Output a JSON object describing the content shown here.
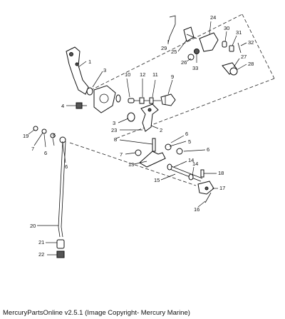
{
  "caption": "MercuryPartsOnline v2.5.1 (Image Copyright- Mercury Marine)",
  "callouts": [
    "1",
    "2",
    "3",
    "3",
    "4",
    "5",
    "6",
    "6",
    "6",
    "6",
    "6",
    "7",
    "7",
    "8",
    "9",
    "10",
    "11",
    "12",
    "13",
    "14",
    "14",
    "15",
    "16",
    "17",
    "18",
    "19",
    "20",
    "21",
    "22",
    "23",
    "24",
    "25",
    "26",
    "27",
    "28",
    "29",
    "30",
    "31",
    "32",
    "33"
  ]
}
